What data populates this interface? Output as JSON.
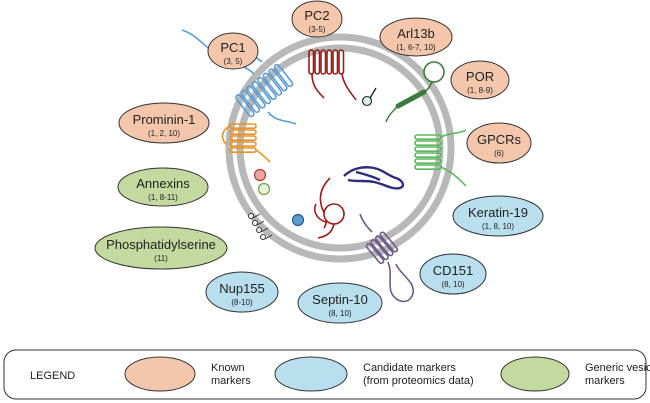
{
  "markers": {
    "pc2": {
      "name": "PC2",
      "refs": "(3-5)",
      "category": "known"
    },
    "arl13b": {
      "name": "Arl13b",
      "refs": "(1, 6-7, 10)",
      "category": "known"
    },
    "pc1": {
      "name": "PC1",
      "refs": "(3, 5)",
      "category": "known"
    },
    "por": {
      "name": "POR",
      "refs": "(1, 8-9)",
      "category": "known"
    },
    "prominin1": {
      "name": "Prominin-1",
      "refs": "(1, 2, 10)",
      "category": "known"
    },
    "gpcrs": {
      "name": "GPCRs",
      "refs": "(6)",
      "category": "known"
    },
    "annexins": {
      "name": "Annexins",
      "refs": "(1, 8-11)",
      "category": "generic"
    },
    "keratin19": {
      "name": "Keratin-19",
      "refs": "(1, 8, 10)",
      "category": "candidate"
    },
    "phosphatidylserine": {
      "name": "Phosphatidylserine",
      "refs": "(11)",
      "category": "generic"
    },
    "cd151": {
      "name": "CD151",
      "refs": "(8, 10)",
      "category": "candidate"
    },
    "nup155": {
      "name": "Nup155",
      "refs": "(8-10)",
      "category": "candidate"
    },
    "septin10": {
      "name": "Septin-10",
      "refs": "(8, 10)",
      "category": "candidate"
    }
  },
  "legend": {
    "title": "LEGEND",
    "known_line1": "Known",
    "known_line2": "markers",
    "candidate_line1": "Candidate markers",
    "candidate_line2": "(from proteomics data)",
    "generic_line1": "Generic vesicle",
    "generic_line2": "markers"
  },
  "colors": {
    "known_fill": "#f4c7ad",
    "candidate_fill": "#b9dfee",
    "generic_fill": "#c4d9a0",
    "membrane": "#b5b5b5",
    "pc1_blue": "#5b9bd5",
    "pc2_red": "#9b1b1b",
    "por_green": "#3a7d3a",
    "gpcr_green": "#5cb85c",
    "prominin_orange": "#e8922b",
    "cd151_purple": "#6b5b8a",
    "keratin_navy": "#2b2d7a"
  }
}
